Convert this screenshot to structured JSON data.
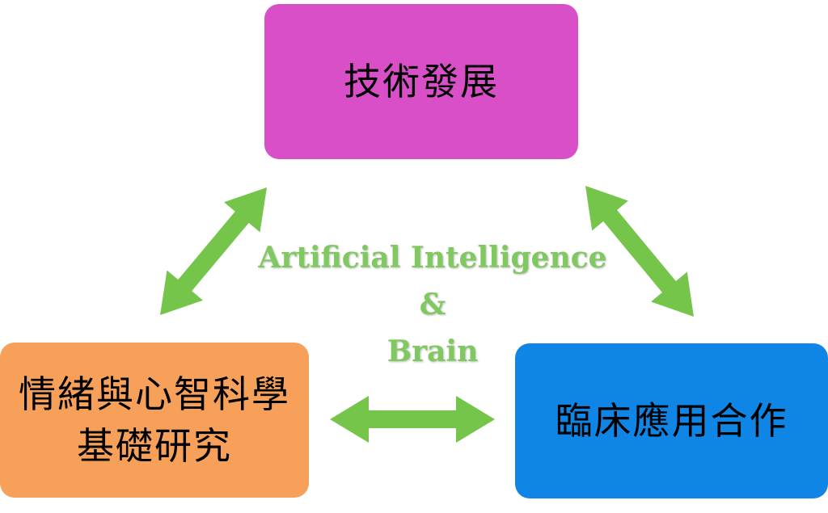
{
  "colors": {
    "top_box": "#d84fc8",
    "left_box": "#f6a05a",
    "right_box": "#0f86e6",
    "arrow": "#74c54a",
    "center_text": "#80c860"
  },
  "nodes": {
    "top": {
      "label": "技術發展"
    },
    "left": {
      "line1": "情緒與心智科學",
      "line2": "基礎研究"
    },
    "right": {
      "label": "臨床應用合作"
    }
  },
  "center": {
    "line1": "Artificial Intelligence",
    "line2": "&",
    "line3": "Brain"
  },
  "edges": [
    {
      "from": "left",
      "to": "top",
      "direction": "bidirectional"
    },
    {
      "from": "top",
      "to": "right",
      "direction": "bidirectional"
    },
    {
      "from": "left",
      "to": "right",
      "direction": "bidirectional"
    }
  ]
}
